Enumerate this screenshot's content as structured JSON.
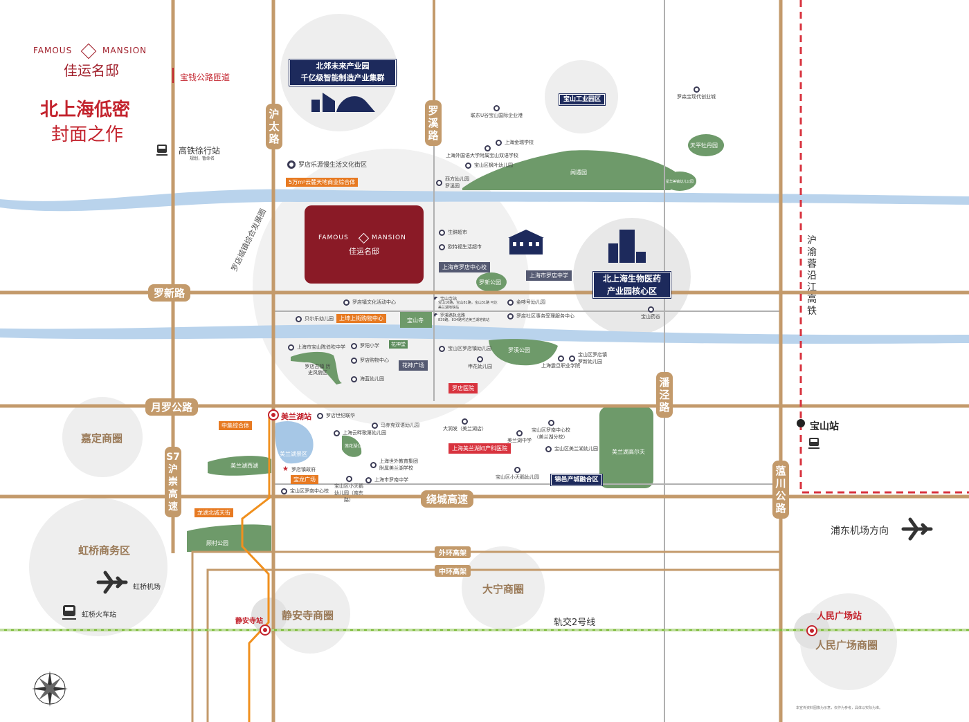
{
  "brand": {
    "en_left": "FAMOUS",
    "en_right": "MANSION",
    "cn": "佳运名邸"
  },
  "side_tag": "宝钱公路匝道",
  "slogan": {
    "line1": "北上海低密",
    "line2": "封面之作"
  },
  "project_card": {
    "en_left": "FAMOUS",
    "en_right": "MANSION",
    "cn": "佳运名邸"
  },
  "roads": {
    "hutai": "沪太路",
    "luoxi": "罗溪路",
    "luoxin": "罗新路",
    "yueluo": "月罗公路",
    "s7": "S7沪崇高速",
    "raocheng": "绕城高速",
    "panjing": "潘泾路",
    "yunchuan": "蕰川公路",
    "waihuan": "外环高架",
    "zhonghuan": "中环高架",
    "hu_yu_rong": "沪渝蓉沿江高铁",
    "metro_line2": "轨交2号线",
    "ring_label": "罗店城镇综合发展圈"
  },
  "navy_boxes": {
    "beijiao_line1": "北郊未来产业园",
    "beijiao_line2": "千亿级智能制造产业集群",
    "baoshan_industry": "宝山工业园区",
    "biomed_line1": "北上海生物医药",
    "biomed_line2": "产业园核心区",
    "jinyi": "锦邑产城融合区"
  },
  "districts": {
    "jiading": "嘉定商圈",
    "hongqiao": "虹桥商务区",
    "jingan": "静安寺商圈",
    "daning": "大宁商圈",
    "peoples_square": "人民广场商圈"
  },
  "stations": {
    "meilanhu": "美兰湖站",
    "jingansi": "静安寺站",
    "peoples_square": "人民广场站",
    "baoshan": "宝山站",
    "gaotie_xuxing": "高铁徐行站",
    "gaotie_note": "规划，暂命名"
  },
  "transport": {
    "hongqiao_airport": "虹桥机场",
    "hongqiao_rail": "虹桥火车站",
    "pudong_airport": "浦东机场方向"
  },
  "parks": {
    "wenqiao": "闻遁园",
    "tianping": "天平牡丹园",
    "luoxin_park": "罗新公园",
    "baoshan_temple": "宝山寺",
    "luoxi_park": "罗溪公园",
    "meilanhu_west": "美兰湖西湖",
    "meilanhu_scenic": "美兰湖景区",
    "meilanhu_golf": "美兰湖高尔夫",
    "gucun": "顾村公园",
    "lianlin": "莲花湖公园"
  },
  "tags": {
    "commercial": "5万m²云麓天地商业综合体",
    "shopping_center": "上坤上街购物中心",
    "luodian_hospital": "罗店医院",
    "meilanhu_hospital": "上海美兰湖妇产科医院",
    "zhongji": "中集综合体",
    "baolong": "宝龙广场",
    "longhu": "龙湖北城天街",
    "luodian_center_school": "上海市罗店中心校",
    "luodian_middle": "上海市罗店中学",
    "huashen": "花神广场",
    "huashen_small": "花神堂"
  },
  "pois": {
    "p1": "联东U谷宝山国际企业港",
    "p2": "上海金瑞学校",
    "p3": "上海外国语大学附属宝山双语学校",
    "p4": "宝山区枫叶幼儿园",
    "p5": "西方幼儿园 罗溪园",
    "p6": "罗森宝现代创业城",
    "p7": "罗店乐源慢生活文化街区",
    "p8": "生鲜超市",
    "p9": "欧特福生活超市",
    "p10": "罗店镇文化活动中心",
    "p11": "贝尔乐幼儿园",
    "p12": "宝山寺站",
    "p13": "罗溪路轨北路",
    "p14": "金哆号幼儿园",
    "p15": "罗店社区事务受理服务中心",
    "p16": "宝山药谷",
    "p17": "上海市宝山陈伯吹中学",
    "p18": "罗阳小学",
    "p19": "罗店购物中心",
    "p20": "罗店古镇 历史风貌区",
    "p21": "海蓝幼儿园",
    "p22": "宝山区罗店镇幼儿园",
    "p23": "申花幼儿园",
    "p24": "宝山区罗店镇 罗新幼儿园",
    "p25": "上海震旦职业学院",
    "p26": "罗店世纪联华",
    "p27": "马赤克双语幼儿园",
    "p28": "上海云畔歌第幼儿园",
    "p29": "大润发（美兰湖店）",
    "p30": "宝山区罗南中心校（美兰湖分校）",
    "p31": "美兰湖中学",
    "p32": "宝山区美兰湖幼儿园",
    "p33": "上海世外教育集团 附属美兰湖学校",
    "p34": "上海市罗南中学",
    "p35": "罗店镇政府",
    "p36": "宝山区罗南中心校",
    "p37": "宝山区小天鹅 幼儿园（南东路）",
    "p38": "宝山区小天鹅幼儿园",
    "p39": "宝山16路，宝山81路，宝山31路 可达美兰湖地铁站",
    "p40": "839路，834路可达美兰湖地铁站",
    "p41": "星华美镇幼儿公园"
  },
  "disclaimer": "本宣传资料图像为示意，仅作为参考，具体以实际为准。",
  "colors": {
    "road": "#c39a6b",
    "river": "#b9d3ec",
    "park": "#6e9a6a",
    "navy": "#1d2a5c",
    "accent_red": "#c3232d",
    "project_card": "#8a1a26",
    "metro_line2": "#7dbb3a",
    "metro_line": "#f0901e"
  }
}
